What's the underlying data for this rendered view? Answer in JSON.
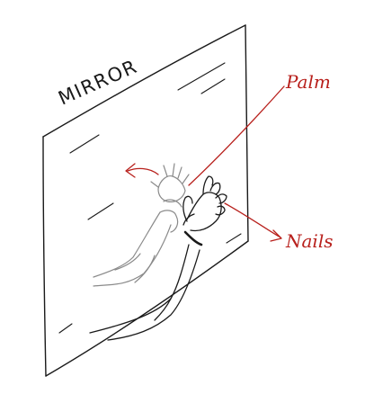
{
  "diagram": {
    "title_label": "MIRROR",
    "annotations": [
      {
        "id": "palm",
        "label": "Palm"
      },
      {
        "id": "nails",
        "label": "Nails"
      }
    ],
    "colors": {
      "ink": "#1a1a1a",
      "reflection": "#8a8a8a",
      "annotation": "#b8201c"
    }
  }
}
